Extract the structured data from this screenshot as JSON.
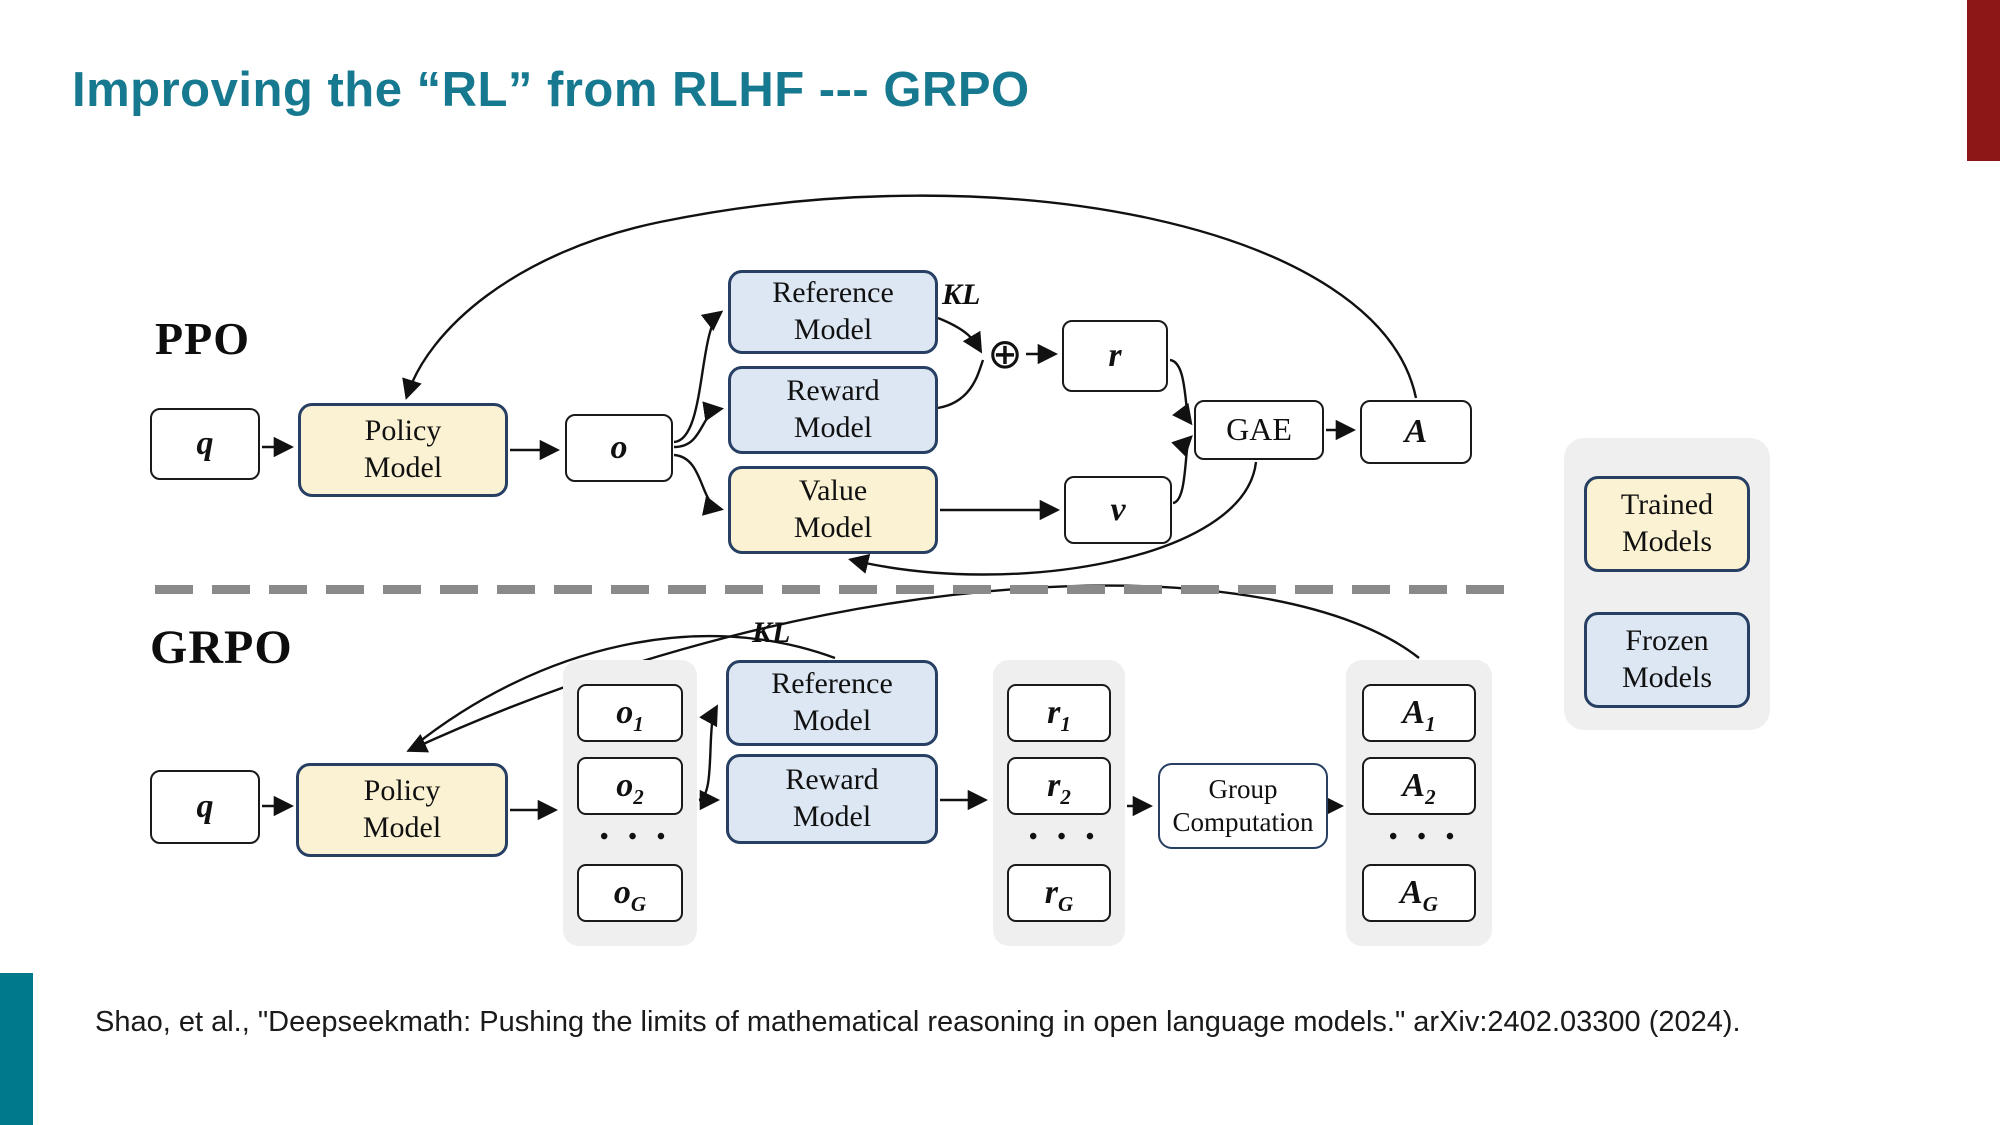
{
  "slide": {
    "title": "Improving the “RL” from RLHF --- GRPO",
    "citation": "Shao, et al., \"Deepseekmath: Pushing the limits of mathematical reasoning in open language models.\" arXiv:2402.03300 (2024)."
  },
  "colors": {
    "accent_red": "#8C1717",
    "accent_teal": "#00798C",
    "title": "#17798F",
    "navy": "#263F63",
    "cream": "#FBF2D3",
    "lightblue": "#DDE7F3",
    "gray": "#EFEFEF"
  },
  "ppo": {
    "label": "PPO",
    "q": "q",
    "policy": {
      "line1": "Policy",
      "line2": "Model"
    },
    "o": "o",
    "reference": {
      "line1": "Reference",
      "line2": "Model"
    },
    "reward": {
      "line1": "Reward",
      "line2": "Model"
    },
    "value": {
      "line1": "Value",
      "line2": "Model"
    },
    "kl": "KL",
    "oplus": "⊕",
    "r": "r",
    "gae": "GAE",
    "a": "A",
    "v": "v"
  },
  "grpo": {
    "label": "GRPO",
    "q": "q",
    "policy": {
      "line1": "Policy",
      "line2": "Model"
    },
    "kl": "KL",
    "reference": {
      "line1": "Reference",
      "line2": "Model"
    },
    "reward": {
      "line1": "Reward",
      "line2": "Model"
    },
    "group_computation": {
      "line1": "Group",
      "line2": "Computation"
    },
    "dots": "• • •",
    "outputs": [
      {
        "base": "o",
        "sub": "1"
      },
      {
        "base": "o",
        "sub": "2"
      },
      {
        "base": "o",
        "sub": "G"
      }
    ],
    "rewards": [
      {
        "base": "r",
        "sub": "1"
      },
      {
        "base": "r",
        "sub": "2"
      },
      {
        "base": "r",
        "sub": "G"
      }
    ],
    "advantages": [
      {
        "base": "A",
        "sub": "1"
      },
      {
        "base": "A",
        "sub": "2"
      },
      {
        "base": "A",
        "sub": "G"
      }
    ]
  },
  "legend": {
    "trained": {
      "line1": "Trained",
      "line2": "Models"
    },
    "frozen": {
      "line1": "Frozen",
      "line2": "Models"
    }
  }
}
